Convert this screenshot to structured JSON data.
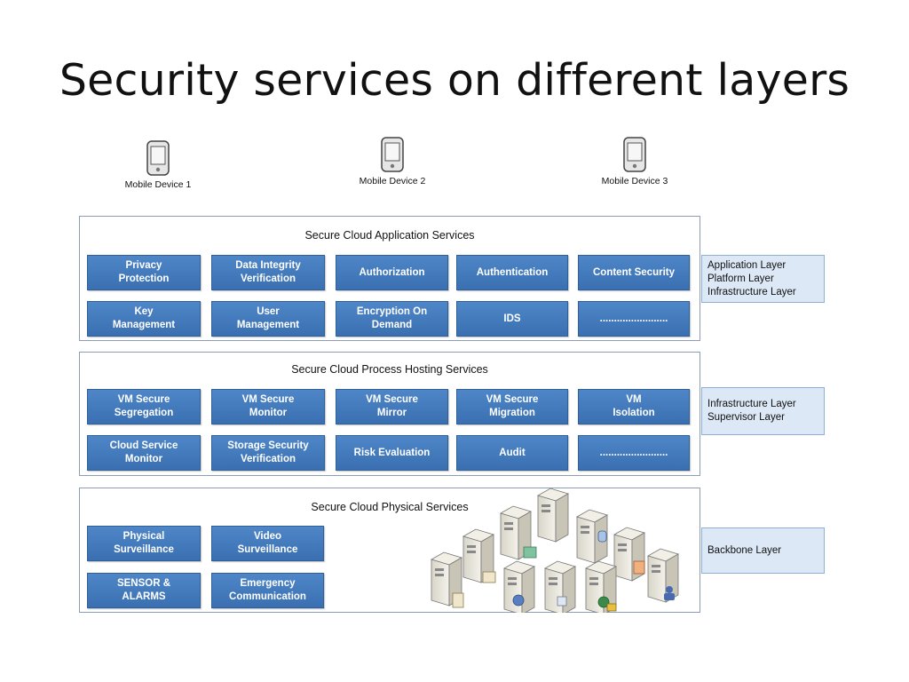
{
  "title": "Security services on different layers",
  "devices": [
    {
      "label": "Mobile Device 1",
      "icon": "mobile-phone-icon"
    },
    {
      "label": "Mobile Device 2",
      "icon": "mobile-phone-icon"
    },
    {
      "label": "Mobile Device 3",
      "icon": "mobile-phone-icon"
    }
  ],
  "application": {
    "title": "Secure Cloud Application Services",
    "row1": [
      "Privacy\nProtection",
      "Data Integrity\nVerification",
      "Authorization",
      "Authentication",
      "Content Security"
    ],
    "row2": [
      "Key\nManagement",
      "User\nManagement",
      "Encryption On\nDemand",
      "IDS",
      "........................"
    ],
    "side": [
      "Application Layer",
      "Platform Layer",
      "Infrastructure Layer"
    ]
  },
  "process": {
    "title": "Secure Cloud Process Hosting Services",
    "row1": [
      "VM Secure\nSegregation",
      "VM Secure\nMonitor",
      "VM Secure\nMirror",
      "VM Secure\nMigration",
      "VM\nIsolation"
    ],
    "row2": [
      "Cloud Service\nMonitor",
      "Storage Security\nVerification",
      "Risk Evaluation",
      "Audit",
      "........................"
    ],
    "side": [
      "Infrastructure Layer",
      "Supervisor Layer"
    ]
  },
  "physical": {
    "title": "Secure Cloud Physical Services",
    "row1": [
      "Physical\nSurveillance",
      "Video\nSurveillance"
    ],
    "row2": [
      "SENSOR &\nALARMS",
      "Emergency\nCommunication"
    ],
    "side": [
      "Backbone Layer"
    ]
  },
  "colors": {
    "box": "#3f78bb",
    "side_fill": "#dce8f5",
    "panel_border": "#8c9db5"
  }
}
